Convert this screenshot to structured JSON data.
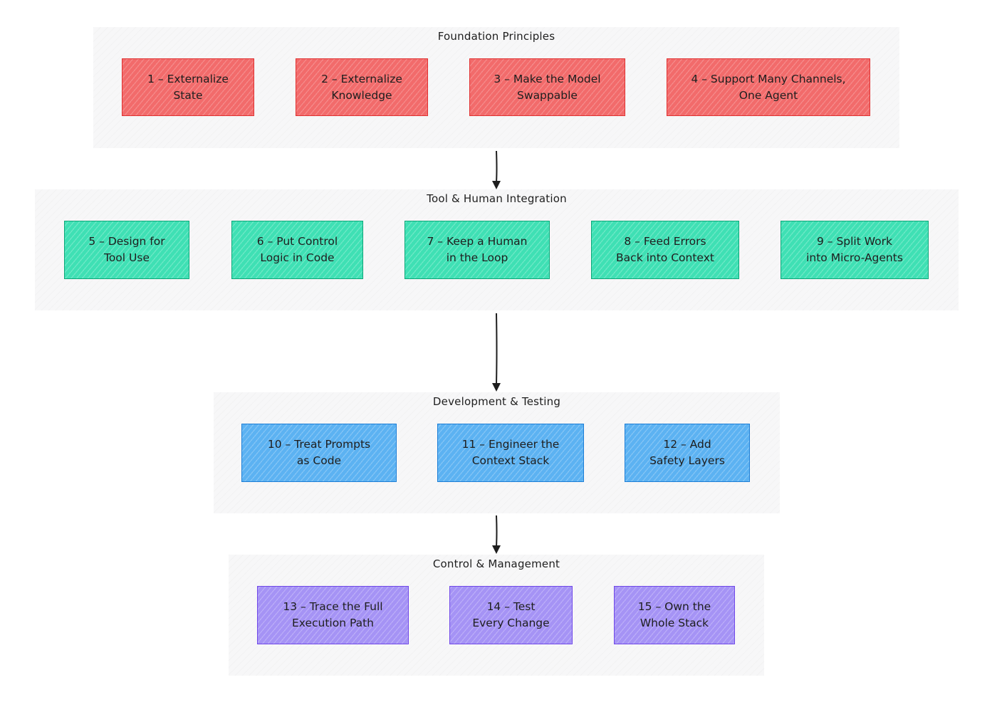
{
  "groups": [
    {
      "title": "Foundation Principles",
      "color": "#e03131",
      "nodes": [
        "1 – Externalize\nState",
        "2 – Externalize\nKnowledge",
        "3 – Make the Model\nSwappable",
        "4 – Support Many Channels,\nOne Agent"
      ]
    },
    {
      "title": "Tool & Human Integration",
      "color": "#0ca678",
      "nodes": [
        "5 – Design for\nTool Use",
        "6 – Put Control\nLogic in Code",
        "7 – Keep a Human\nin the Loop",
        "8 – Feed Errors\nBack into Context",
        "9 – Split Work\ninto Micro-Agents"
      ]
    },
    {
      "title": "Development & Testing",
      "color": "#1c7ed6",
      "nodes": [
        "10 – Treat Prompts\nas Code",
        "11 – Engineer the\nContext Stack",
        "12 – Add\nSafety Layers"
      ]
    },
    {
      "title": "Control & Management",
      "color": "#7048e8",
      "nodes": [
        "13 – Trace the Full\nExecution Path",
        "14 – Test\nEvery Change",
        "15 – Own the\nWhole Stack"
      ]
    }
  ]
}
